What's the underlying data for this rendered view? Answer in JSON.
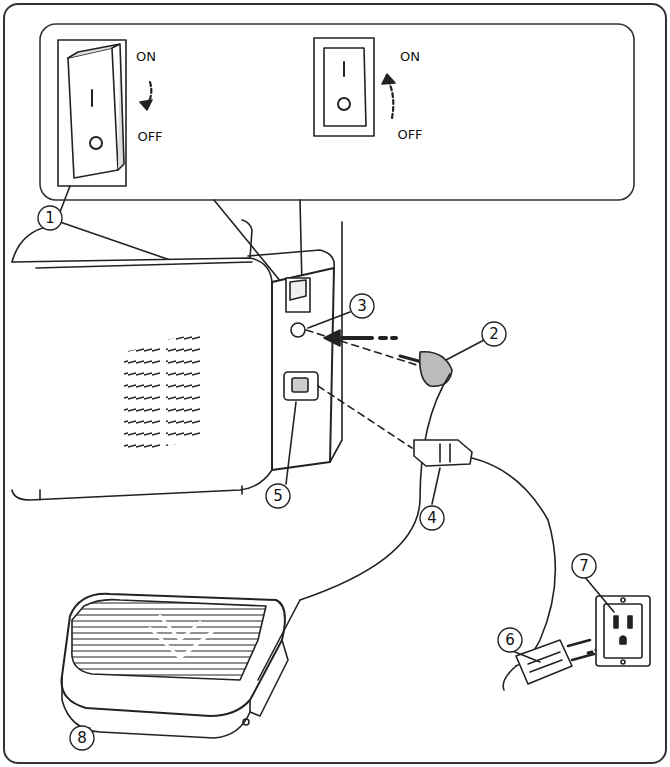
{
  "diagram": {
    "labels": [
      "ON",
      "OFF",
      "ON",
      "OFF",
      "1",
      "2",
      "3",
      "4",
      "5",
      "6",
      "7",
      "8"
    ]
  }
}
